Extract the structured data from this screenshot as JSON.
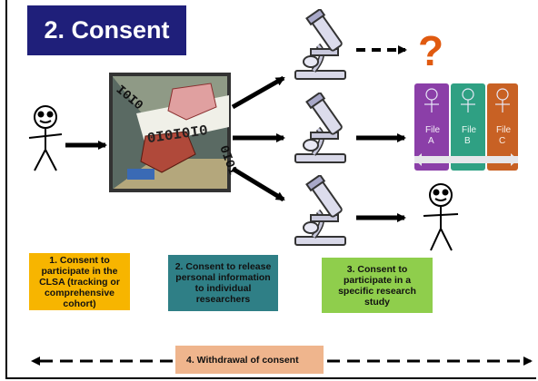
{
  "title": "2. Consent",
  "labels": {
    "consent1": "1. Consent to participate in the CLSA (tracking or comprehensive cohort)",
    "consent2": "2. Consent to release personal information to individual researchers",
    "consent3": "3. Consent to participate in a specific research study",
    "withdrawal": "4. Withdrawal of consent"
  },
  "question_mark": "?",
  "binary_text": "0I0I0I0",
  "files": [
    {
      "label": "File\nA",
      "color": "#8b3fa8"
    },
    {
      "label": "File\nB",
      "color": "#2fa083"
    },
    {
      "label": "File\nC",
      "color": "#c86124"
    }
  ],
  "colors": {
    "title_bg": "#1f1f7a",
    "consent1_bg": "#f7b500",
    "consent2_bg": "#2f7f86",
    "consent3_bg": "#8fce4c",
    "withdrawal_bg": "#efb58d",
    "question": "#e05a10"
  },
  "icons": [
    "stick-figure-icon",
    "handshake-icon",
    "microscope-icon",
    "file-folders-icon",
    "question-mark-icon"
  ]
}
